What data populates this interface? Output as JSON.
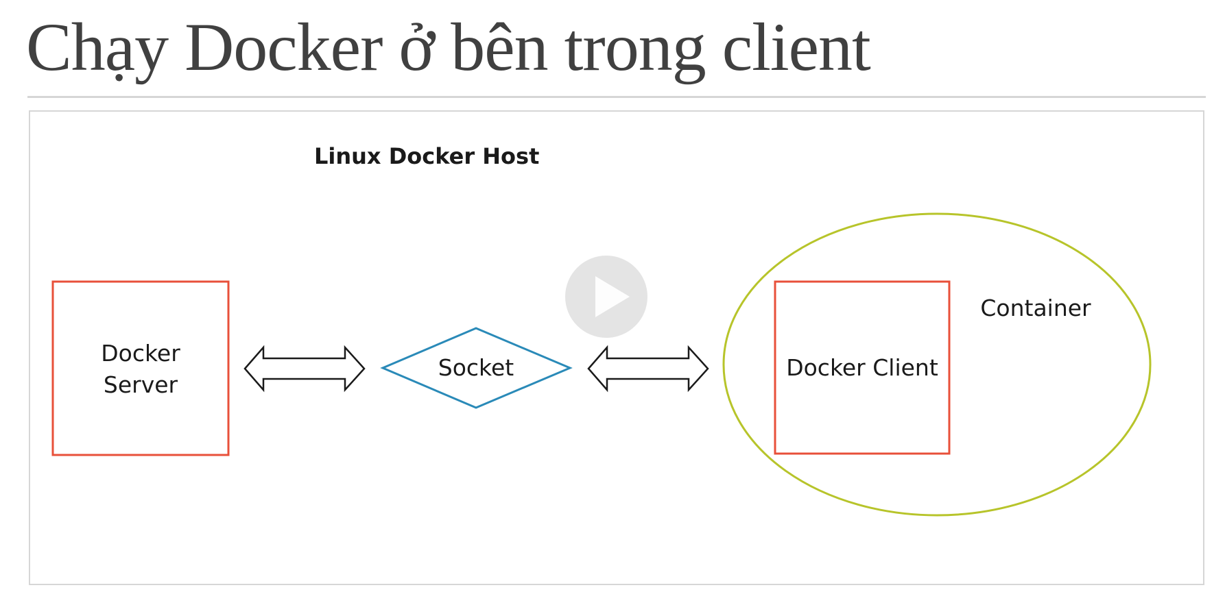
{
  "slide": {
    "title": "Chạy Docker ở bên trong client"
  },
  "diagram": {
    "host_label": "Linux Docker Host",
    "server": {
      "line1": "Docker",
      "line2": "Server"
    },
    "socket_label": "Socket",
    "client_label": "Docker Client",
    "container_label": "Container"
  },
  "colors": {
    "title_text": "#404040",
    "rule": "#d6d6d6",
    "docker_box_border": "#e8503a",
    "socket_border": "#2a8ab8",
    "container_border": "#b7c42a",
    "arrow_stroke": "#1a1a1a"
  },
  "video_overlay": {
    "icon": "play-icon"
  }
}
